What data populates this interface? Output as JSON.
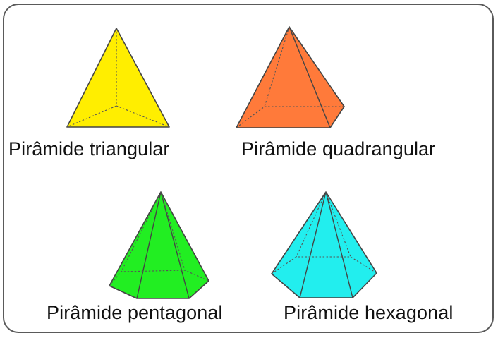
{
  "pyramids": [
    {
      "label": "Pirâmide triangular",
      "color": "#ffee00"
    },
    {
      "label": "Pirâmide quadrangular",
      "color": "#ff7a3a"
    },
    {
      "label": "Pirâmide pentagonal",
      "color": "#22ee22"
    },
    {
      "label": "Pirâmide hexagonal",
      "color": "#22eeee"
    }
  ]
}
